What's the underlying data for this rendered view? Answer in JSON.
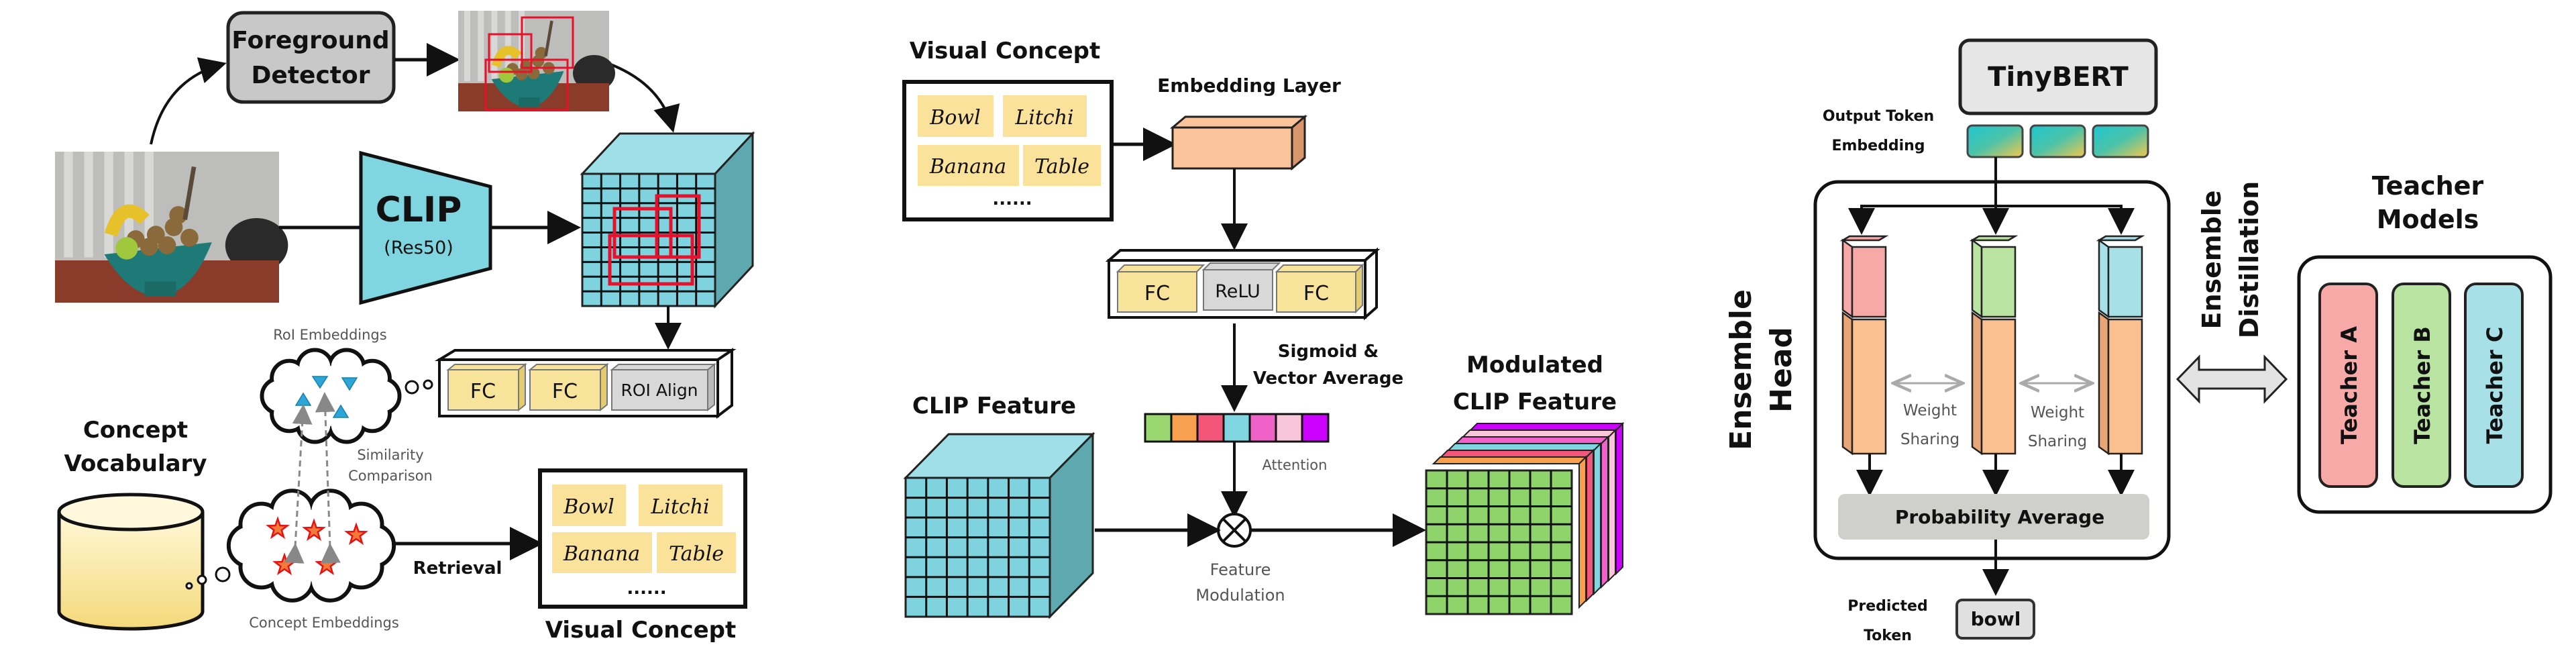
{
  "panel1": {
    "foreground_detector": [
      "Foreground",
      "Detector"
    ],
    "clip": "CLIP",
    "clip_backbone": "(Res50)",
    "roi_embeddings": "RoI Embeddings",
    "fc1": "FC",
    "fc2": "FC",
    "roi_align": "ROI Align",
    "similarity": [
      "Similarity",
      "Comparison"
    ],
    "concept_vocabulary": [
      "Concept",
      "Vocabulary"
    ],
    "concept_embeddings": "Concept  Embeddings",
    "retrieval": "Retrieval",
    "visual_concept_words": [
      "Bowl",
      "Litchi",
      "Banana",
      "Table"
    ],
    "ellipsis": "......",
    "visual_concept_label": "Visual Concept"
  },
  "panel2": {
    "visual_concept_title": "Visual Concept",
    "visual_concept_words": [
      "Bowl",
      "Litchi",
      "Banana",
      "Table"
    ],
    "ellipsis": "......",
    "embedding_layer": "Embedding Layer",
    "fc1": "FC",
    "relu": "ReLU",
    "fc2": "FC",
    "sigmoid": [
      "Sigmoid &",
      "Vector Average"
    ],
    "attention": "Attention",
    "attention_colors": [
      "#9bd770",
      "#f9a04f",
      "#f4567a",
      "#7fd6e0",
      "#f062c8",
      "#f9c5d8",
      "#cc00ff"
    ],
    "clip_feature": "CLIP Feature",
    "feature_modulation": [
      "Feature",
      "Modulation"
    ],
    "modulated": [
      "Modulated",
      "CLIP Feature"
    ]
  },
  "panel3": {
    "tinybert": "TinyBERT",
    "output_token_embedding": [
      "Output Token",
      "Embedding"
    ],
    "ensemble_head": [
      "Ensemble",
      "Head"
    ],
    "weight_sharing": [
      "Weight",
      "Sharing"
    ],
    "probability_average": "Probability Average",
    "predicted_token_label": [
      "Predicted",
      "Token"
    ],
    "predicted_token": "bowl",
    "ensemble_distillation": [
      "Ensemble",
      "Distillation"
    ],
    "teacher_models": [
      "Teacher",
      "Models"
    ],
    "teachers": [
      "Teacher A",
      "Teacher B",
      "Teacher C"
    ],
    "head_colors": [
      "#f7a9a8",
      "#b9e3a0",
      "#a8e0e8"
    ]
  },
  "colors": {
    "clip_cyan": "#7fd6e0",
    "fc_yellow": "#f7e49a",
    "embedding_orange": "#fbc39a",
    "roi_red": "#e8102a",
    "modulated_green": "#8fd46a"
  }
}
